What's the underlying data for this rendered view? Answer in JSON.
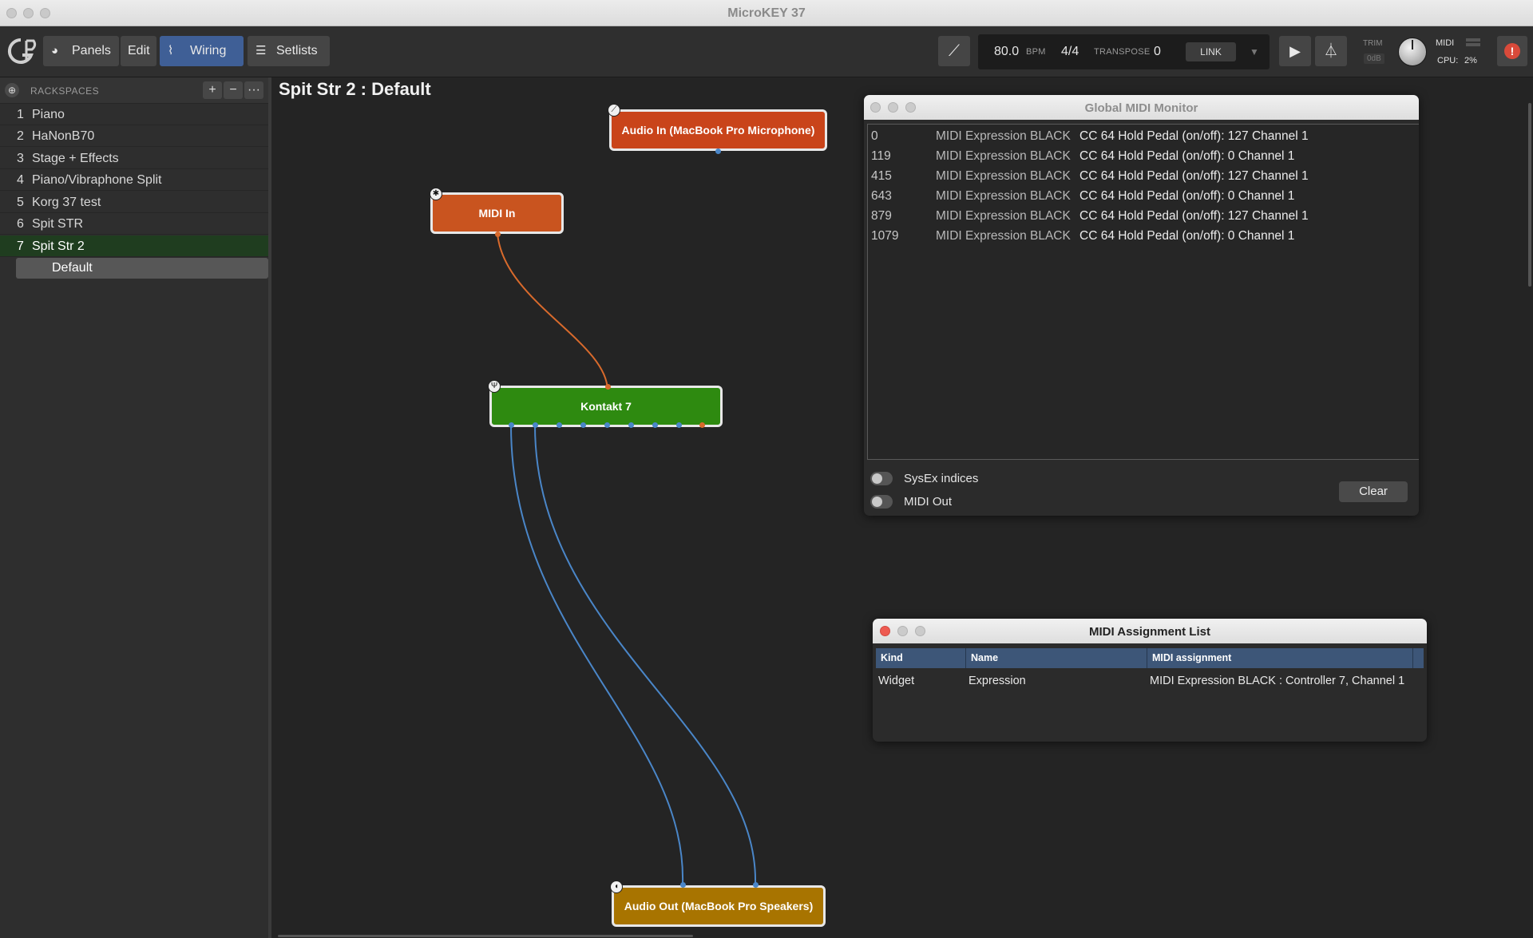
{
  "window": {
    "title": "MicroKEY 37"
  },
  "toolbar": {
    "panels_label": "Panels",
    "edit_label": "Edit",
    "wiring_label": "Wiring",
    "setlists_label": "Setlists",
    "bpm_value": "80.0",
    "bpm_unit": "BPM",
    "time_signature": "4/4",
    "transpose_label": "TRANSPOSE",
    "transpose_value": "0",
    "link_label": "LINK",
    "trim_label": "TRIM",
    "trim_value": "0dB",
    "midi_label": "MIDI",
    "cpu_label": "CPU:",
    "cpu_value": "2%"
  },
  "sidebar": {
    "header": "RACKSPACES",
    "items": [
      {
        "num": "1",
        "name": "Piano"
      },
      {
        "num": "2",
        "name": "HaNonB70"
      },
      {
        "num": "3",
        "name": "Stage + Effects"
      },
      {
        "num": "4",
        "name": "Piano/Vibraphone Split"
      },
      {
        "num": "5",
        "name": "Korg 37 test"
      },
      {
        "num": "6",
        "name": "Spit STR"
      },
      {
        "num": "7",
        "name": "Spit Str 2"
      }
    ],
    "variation": "Default"
  },
  "canvas": {
    "title": "Spit Str 2 : Default",
    "nodes": {
      "audio_in": "Audio In (MacBook Pro Microphone)",
      "midi_in": "MIDI In",
      "kontakt": "Kontakt 7",
      "audio_out": "Audio Out (MacBook Pro Speakers)"
    }
  },
  "midi_monitor": {
    "title": "Global MIDI Monitor",
    "rows": [
      {
        "ts": "0",
        "device": "MIDI Expression BLACK",
        "message": "CC 64 Hold Pedal (on/off): 127 Channel 1"
      },
      {
        "ts": "119",
        "device": "MIDI Expression BLACK",
        "message": "CC 64 Hold Pedal (on/off): 0 Channel 1"
      },
      {
        "ts": "415",
        "device": "MIDI Expression BLACK",
        "message": "CC 64 Hold Pedal (on/off): 127 Channel 1"
      },
      {
        "ts": "643",
        "device": "MIDI Expression BLACK",
        "message": "CC 64 Hold Pedal (on/off): 0 Channel 1"
      },
      {
        "ts": "879",
        "device": "MIDI Expression BLACK",
        "message": "CC 64 Hold Pedal (on/off): 127 Channel 1"
      },
      {
        "ts": "1079",
        "device": "MIDI Expression BLACK",
        "message": "CC 64 Hold Pedal (on/off): 0 Channel 1"
      }
    ],
    "sysex_label": "SysEx indices",
    "midi_out_label": "MIDI Out",
    "clear_label": "Clear"
  },
  "assignment_list": {
    "title": "MIDI Assignment List",
    "columns": [
      "Kind",
      "Name",
      "MIDI assignment"
    ],
    "rows": [
      {
        "kind": "Widget",
        "name": "Expression",
        "assignment": "MIDI Expression BLACK : Controller 7, Channel 1"
      }
    ]
  },
  "colors": {
    "midi_wire": "#d86a2c",
    "audio_wire": "#4a86c8",
    "kontakt_green": "#2e8a10",
    "audio_in_red": "#c9441a",
    "audio_out_gold": "#a87400",
    "wiring_active": "#3f5f96"
  }
}
